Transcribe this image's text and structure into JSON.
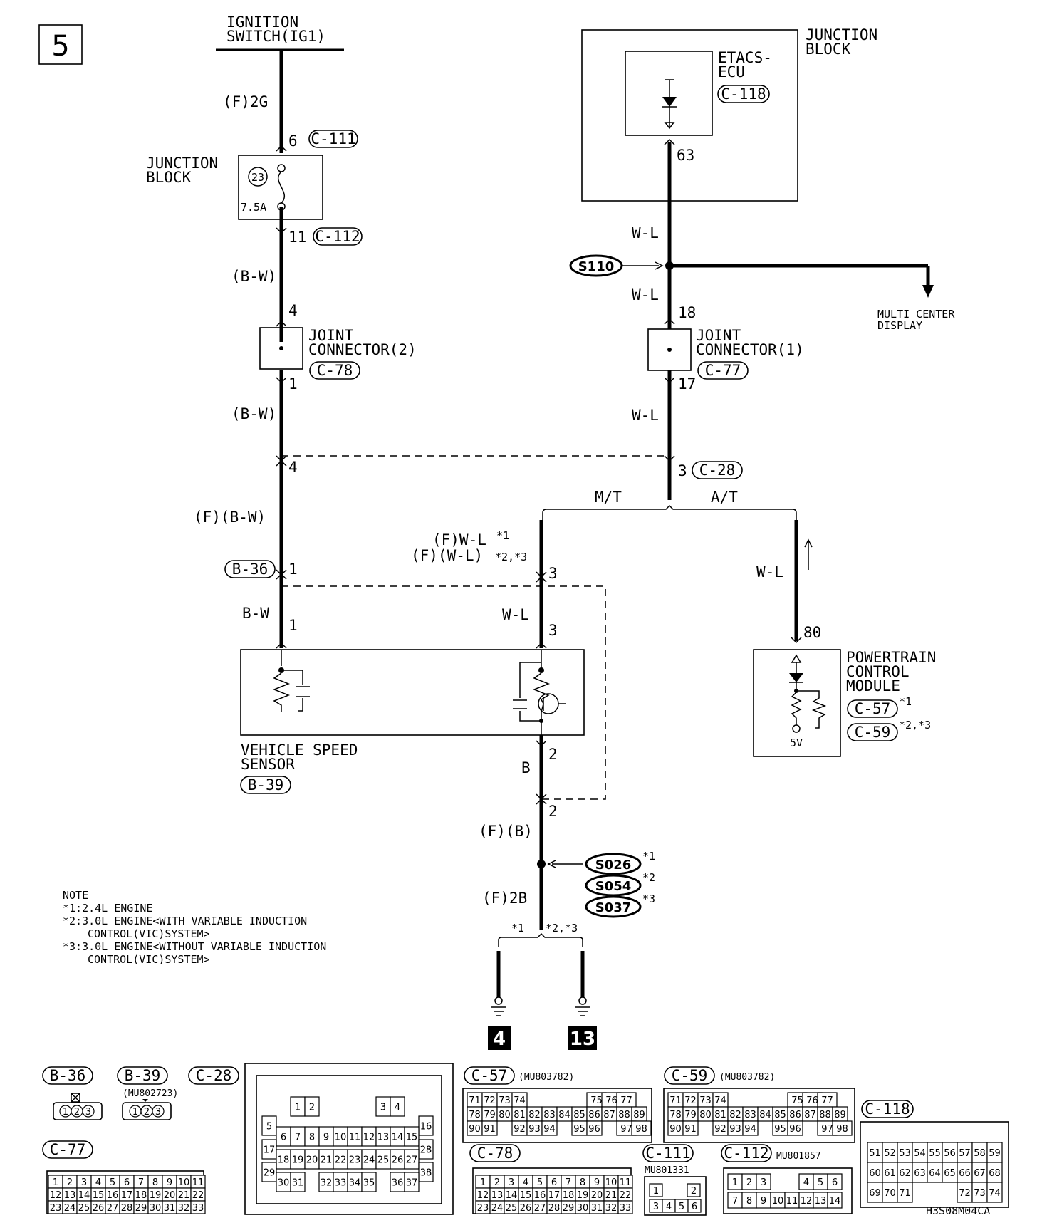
{
  "page_number": "5",
  "diagram_code": "H3S08M04CA",
  "ignition": {
    "line1": "IGNITION",
    "line2": "SWITCH(IG1)"
  },
  "left_wire": {
    "top_label": "(F)2G",
    "pin6": "6",
    "c111": "C-111",
    "jb_line1": "JUNCTION",
    "jb_line2": "BLOCK",
    "fuse_no": "23",
    "fuse_rating": "7.5A",
    "pin11": "11",
    "c112": "C-112",
    "bw1": "(B-W)",
    "jc2_pin_in": "4",
    "jc2_line1": "JOINT",
    "jc2_line2": "CONNECTOR(2)",
    "c78": "C-78",
    "jc2_pin_out": "1",
    "bw2": "(B-W)",
    "pin4": "4",
    "fbw": "(F)(B-W)",
    "b36": "B-36",
    "b36_pin": "1",
    "bw3": "B-W",
    "vss_pin1": "1"
  },
  "etacs": {
    "jb_line1": "JUNCTION",
    "jb_line2": "BLOCK",
    "ecu_line1": "ETACS-",
    "ecu_line2": "ECU",
    "c118": "C-118",
    "pin63": "63",
    "wl1": "W-L",
    "splice": "S110",
    "mcd_line1": "MULTI CENTER",
    "mcd_line2": "DISPLAY",
    "wl2": "W-L",
    "jc1_pin_in": "18",
    "jc1_line1": "JOINT",
    "jc1_line2": "CONNECTOR(1)",
    "c77": "C-77",
    "jc1_pin_out": "17",
    "wl3": "W-L",
    "pin3": "3",
    "c28": "C-28",
    "mt": "M/T",
    "at": "A/T"
  },
  "mt_branch": {
    "fwl1": "(F)W-L",
    "fwl1_note": "*1",
    "fwl2": "(F)(W-L)",
    "fwl2_note": "*2,*3",
    "pin3a": "3",
    "wl": "W-L",
    "pin3b": "3",
    "pin2a": "2",
    "b": "B",
    "pin2b": "2",
    "fb": "(F)(B)",
    "s026": "S026",
    "s026_note": "*1",
    "s054": "S054",
    "s054_note": "*2",
    "s037": "S037",
    "s037_note": "*3",
    "f2b": "(F)2B",
    "note1": "*1",
    "note23": "*2,*3",
    "ground1": "4",
    "ground2": "13"
  },
  "vss": {
    "line1": "VEHICLE SPEED",
    "line2": "SENSOR",
    "b39": "B-39"
  },
  "at_branch": {
    "wl": "W-L",
    "pin80": "80",
    "pcm_line1": "POWERTRAIN",
    "pcm_line2": "CONTROL",
    "pcm_line3": "MODULE",
    "c57": "C-57",
    "c57_note": "*1",
    "c59": "C-59",
    "c59_note": "*2,*3",
    "v5": "5V"
  },
  "notes": {
    "title": "NOTE",
    "n1": "*1:2.4L ENGINE",
    "n2a": "*2:3.0L ENGINE<WITH VARIABLE INDUCTION",
    "n2b": "CONTROL(VIC)SYSTEM>",
    "n3a": "*3:3.0L ENGINE<WITHOUT VARIABLE INDUCTION",
    "n3b": "CONTROL(VIC)SYSTEM>"
  },
  "connectors": {
    "b36": {
      "label": "B-36",
      "pins": [
        "1",
        "2",
        "3"
      ]
    },
    "b39": {
      "label": "B-39",
      "part": "(MU802723)",
      "pins": [
        "1",
        "2",
        "3"
      ]
    },
    "c28": {
      "label": "C-28",
      "rows": [
        [
          "1",
          "2",
          "3",
          "4"
        ],
        [
          "5",
          "16"
        ],
        [
          "6",
          "7",
          "8",
          "9",
          "10",
          "11",
          "12",
          "13",
          "14",
          "15"
        ],
        [
          "17",
          "28"
        ],
        [
          "18",
          "19",
          "20",
          "21",
          "22",
          "23",
          "24",
          "25",
          "26",
          "27"
        ],
        [
          "29",
          "38"
        ],
        [
          "30",
          "31",
          "32",
          "33",
          "34",
          "35",
          "36",
          "37"
        ]
      ]
    },
    "c57": {
      "label": "C-57",
      "part": "(MU803782)",
      "rows": [
        [
          "71",
          "72",
          "73",
          "74",
          "75",
          "76",
          "77"
        ],
        [
          "78",
          "79",
          "80",
          "81",
          "82",
          "83",
          "84",
          "85",
          "86",
          "87",
          "88",
          "89"
        ],
        [
          "90",
          "91",
          "92",
          "93",
          "94",
          "95",
          "96",
          "97",
          "98"
        ]
      ]
    },
    "c59": {
      "label": "C-59",
      "part": "(MU803782)",
      "rows": [
        [
          "71",
          "72",
          "73",
          "74",
          "75",
          "76",
          "77"
        ],
        [
          "78",
          "79",
          "80",
          "81",
          "82",
          "83",
          "84",
          "85",
          "86",
          "87",
          "88",
          "89"
        ],
        [
          "90",
          "91",
          "92",
          "93",
          "94",
          "95",
          "96",
          "97",
          "98"
        ]
      ]
    },
    "c118": {
      "label": "C-118",
      "rows": [
        [
          "51",
          "52",
          "53",
          "54",
          "55",
          "56",
          "57",
          "58",
          "59"
        ],
        [
          "60",
          "61",
          "62",
          "63",
          "64",
          "65",
          "66",
          "67",
          "68"
        ],
        [
          "69",
          "70",
          "71",
          "72",
          "73",
          "74"
        ]
      ]
    },
    "c77": {
      "label": "C-77",
      "rows": [
        [
          "1",
          "2",
          "3",
          "4",
          "5",
          "6",
          "7",
          "8",
          "9",
          "10",
          "11"
        ],
        [
          "12",
          "13",
          "14",
          "15",
          "16",
          "17",
          "18",
          "19",
          "20",
          "21",
          "22"
        ],
        [
          "23",
          "24",
          "25",
          "26",
          "27",
          "28",
          "29",
          "30",
          "31",
          "32",
          "33"
        ]
      ]
    },
    "c78": {
      "label": "C-78",
      "rows": [
        [
          "1",
          "2",
          "3",
          "4",
          "5",
          "6",
          "7",
          "8",
          "9",
          "10",
          "11"
        ],
        [
          "12",
          "13",
          "14",
          "15",
          "16",
          "17",
          "18",
          "19",
          "20",
          "21",
          "22"
        ],
        [
          "23",
          "24",
          "25",
          "26",
          "27",
          "28",
          "29",
          "30",
          "31",
          "32",
          "33"
        ]
      ]
    },
    "c111": {
      "label": "C-111",
      "part": "MU801331",
      "rows": [
        [
          "1",
          "2"
        ],
        [
          "3",
          "4",
          "5",
          "6"
        ]
      ]
    },
    "c112": {
      "label": "C-112",
      "part": "MU801857",
      "rows": [
        [
          "1",
          "2",
          "3",
          "4",
          "5",
          "6"
        ],
        [
          "7",
          "8",
          "9",
          "10",
          "11",
          "12",
          "13",
          "14"
        ]
      ]
    }
  }
}
